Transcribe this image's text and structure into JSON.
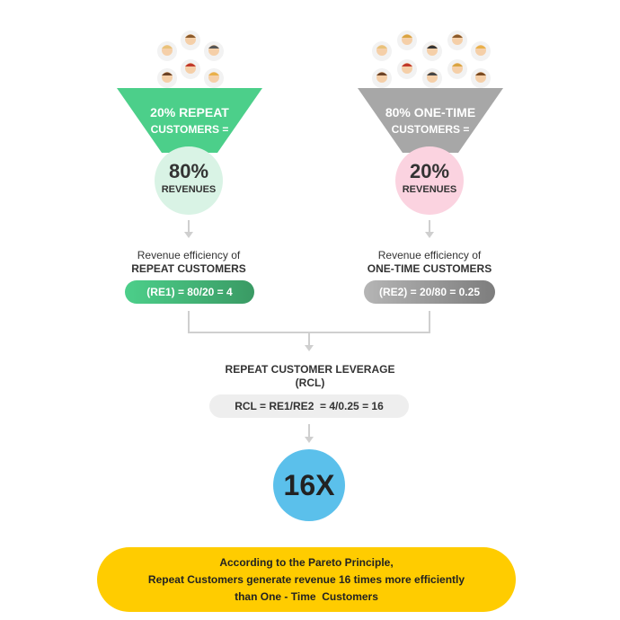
{
  "left": {
    "funnel_line1": "20% REPEAT",
    "funnel_line2": "CUSTOMERS =",
    "circle_percent": "80%",
    "circle_label": "REVENUES",
    "efficiency_line1": "Revenue efficiency of",
    "efficiency_line2": "REPEAT CUSTOMERS",
    "formula": "(RE1) = 80/20 = 4",
    "funnel_color": "#4ccf8a",
    "circle_color": "#d9f3e5"
  },
  "right": {
    "funnel_line1": "80% ONE-TIME",
    "funnel_line2": "CUSTOMERS =",
    "circle_percent": "20%",
    "circle_label": "REVENUES",
    "efficiency_line1": "Revenue efficiency of",
    "efficiency_line2": "ONE-TIME CUSTOMERS",
    "formula": "(RE2) = 20/80 = 0.25",
    "funnel_color": "#a7a7a7",
    "circle_color": "#fbd3e0"
  },
  "rcl": {
    "title_line1": "REPEAT CUSTOMER LEVERAGE",
    "title_line2": "(RCL)",
    "formula": "RCL = RE1/RE2  = 4/0.25 = 16",
    "result": "16X",
    "result_color": "#5bc0eb"
  },
  "conclusion": {
    "line1": "According to the Pareto Principle,",
    "line2": "Repeat Customers generate revenue 16 times more efficiently",
    "line3": "than One - Time  Customers",
    "color": "#ffcc00"
  }
}
